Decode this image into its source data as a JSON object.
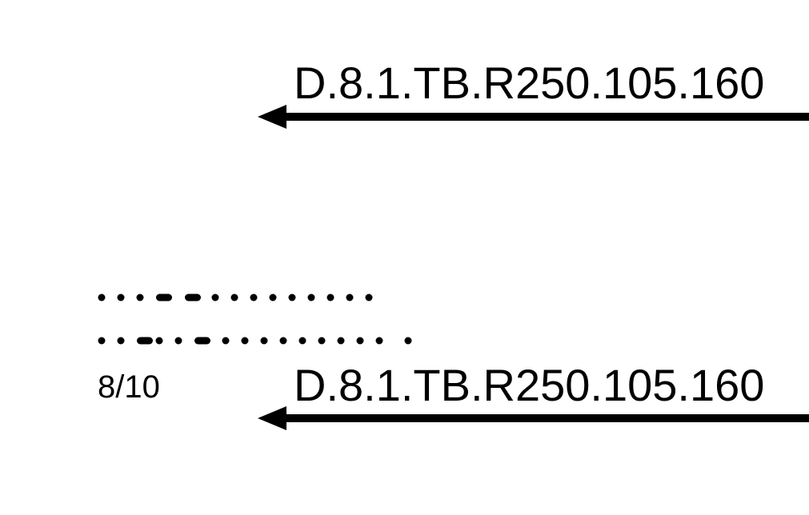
{
  "diagram": {
    "top_connection": {
      "label": "D.8.1.TB.R250.105.160"
    },
    "bottom_connection": {
      "label": "D.8.1.TB.R250.105.160"
    },
    "left_block": {
      "counter": "8/10"
    },
    "colors": {
      "stroke": "#000000",
      "background": "#ffffff"
    },
    "icons": {
      "arrow": "left-arrow-icon",
      "dotted_line": "dotted-line"
    }
  }
}
